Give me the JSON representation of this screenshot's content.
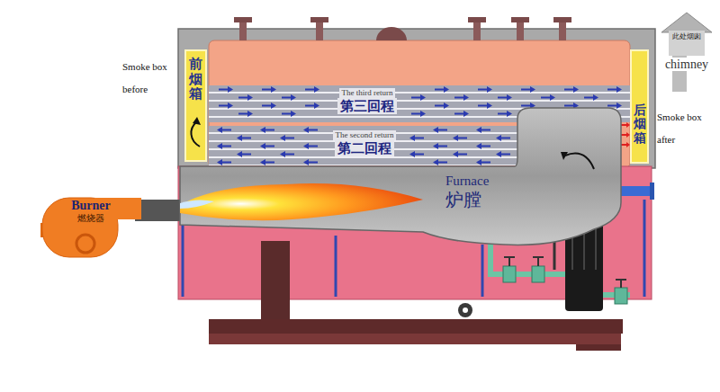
{
  "diagram": {
    "nodes": [
      {
        "text": [
          "前烟箱"
        ]
      },
      {
        "text": [
          "The third return",
          "第三回程"
        ]
      },
      {
        "text": [
          "The second return",
          "第二回程"
        ]
      },
      {
        "text": [
          "后烟箱"
        ]
      },
      {
        "text": [
          "此处烟囱",
          "chimney"
        ]
      },
      {
        "text": [
          "Burner",
          "燃烧器"
        ]
      },
      {
        "text": [
          "Furnace",
          "炉膛"
        ]
      }
    ],
    "labels": [
      "Smoke box before",
      "Smoke box after"
    ]
  }
}
